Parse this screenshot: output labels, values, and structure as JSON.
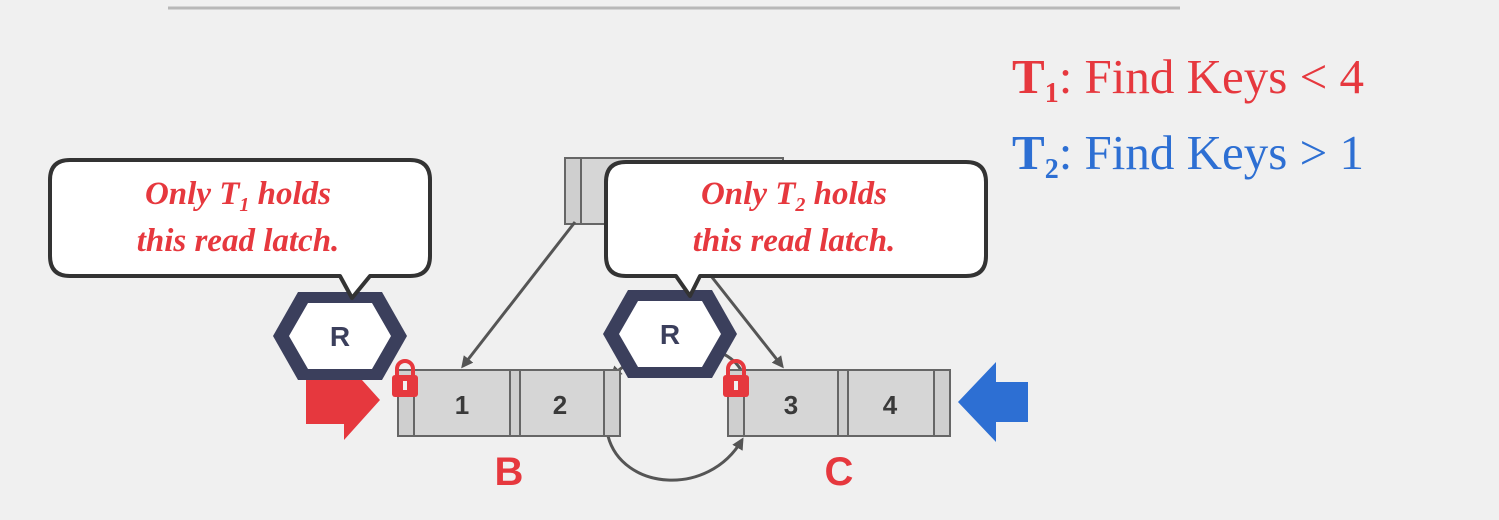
{
  "legend": {
    "t1": {
      "label": "T",
      "sub": "1",
      "text": ": Find Keys < 4",
      "color": "#e6383e"
    },
    "t2": {
      "label": "T",
      "sub": "2",
      "text": ": Find Keys > 1",
      "color": "#2d6fd3"
    }
  },
  "bubbles": [
    {
      "line1_a": "Only T",
      "line1_sub": "1",
      "line1_b": " holds",
      "line2": "this read latch."
    },
    {
      "line1_a": "Only T",
      "line1_sub": "2",
      "line1_b": " holds",
      "line2": "this read latch."
    }
  ],
  "latches": [
    {
      "label": "R"
    },
    {
      "label": "R"
    }
  ],
  "nodes": {
    "b": {
      "name": "B",
      "keys": [
        "1",
        "2"
      ]
    },
    "c": {
      "name": "C",
      "keys": [
        "3",
        "4"
      ]
    }
  },
  "colors": {
    "red": "#e6383e",
    "blue": "#2d6fd3",
    "node_fill": "#d6d6d6",
    "latch_border": "#3b3f5c"
  }
}
